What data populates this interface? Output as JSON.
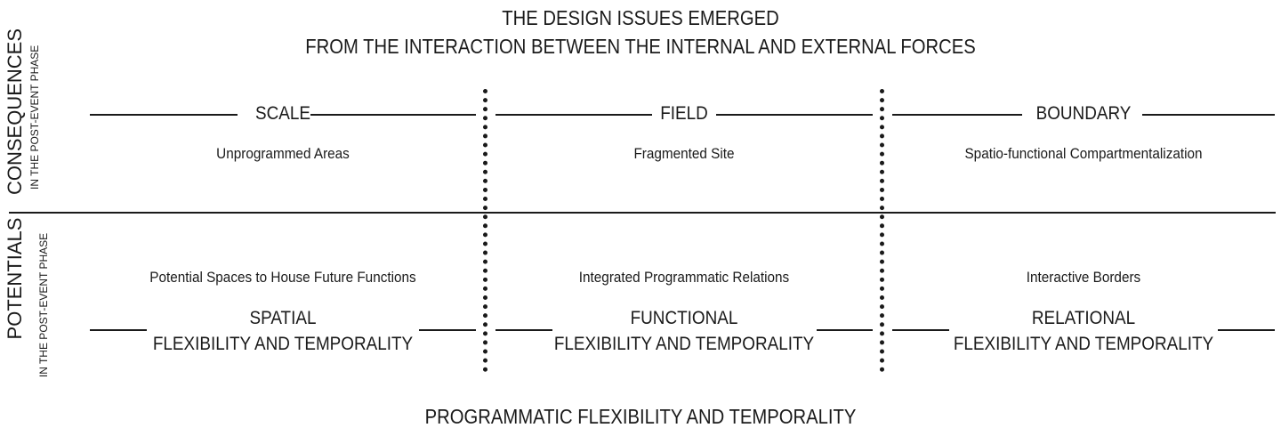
{
  "title": {
    "line1": "THE DESIGN ISSUES EMERGED",
    "line2": "FROM THE INTERACTION BETWEEN THE INTERNAL AND EXTERNAL FORCES"
  },
  "rows": {
    "top": {
      "label": "CONSEQUENCES",
      "sublabel": "IN THE POST-EVENT PHASE"
    },
    "bottom": {
      "label": "POTENTIALS",
      "sublabel": "IN THE POST-EVENT PHASE"
    }
  },
  "columns": [
    {
      "heading": "SCALE",
      "consequence": "Unprogrammed Areas",
      "potential": "Potential Spaces to House Future Functions",
      "flex_line1": "SPATIAL",
      "flex_line2": "FLEXIBILITY AND TEMPORALITY"
    },
    {
      "heading": "FIELD",
      "consequence": "Fragmented Site",
      "potential": "Integrated Programmatic Relations",
      "flex_line1": "FUNCTIONAL",
      "flex_line2": "FLEXIBILITY AND TEMPORALITY"
    },
    {
      "heading": "BOUNDARY",
      "consequence": "Spatio-functional Compartmentalization",
      "potential": "Interactive Borders",
      "flex_line1": "RELATIONAL",
      "flex_line2": "FLEXIBILITY AND TEMPORALITY"
    }
  ],
  "footer": "PROGRAMMATIC FLEXIBILITY AND TEMPORALITY"
}
